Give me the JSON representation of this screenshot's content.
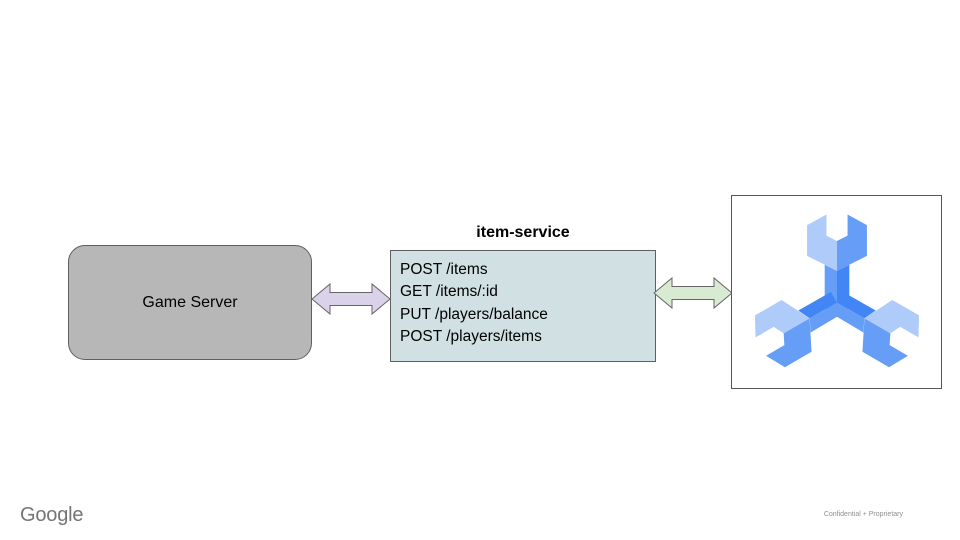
{
  "slide": {
    "background": "#ffffff",
    "footer": {
      "brand": "Google",
      "confidentiality": "Confidential + Proprietary"
    }
  },
  "diagram": {
    "game_server": {
      "label": "Game Server",
      "fill": "#b7b7b7",
      "border": "#5f5f5f"
    },
    "item_service": {
      "title": "item-service",
      "endpoints": [
        "POST /items",
        "GET /items/:id",
        "PUT /players/balance",
        "POST /players/items"
      ],
      "fill": "#d0e0e3",
      "border": "#5f5f5f"
    },
    "arrows": {
      "left": {
        "direction": "bidirectional",
        "fill": "#d9d2e9",
        "stroke": "#666666"
      },
      "right": {
        "direction": "bidirectional",
        "fill": "#d9ead3",
        "stroke": "#666666"
      }
    },
    "spanner_icon": {
      "name": "cloud-spanner-icon",
      "light": "#aecbfa",
      "medium": "#669df6",
      "dark": "#4285f4"
    }
  }
}
